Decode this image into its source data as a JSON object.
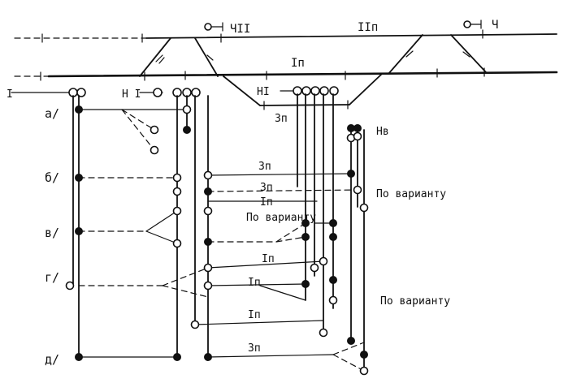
{
  "labels": {
    "track_chii": "ЧII",
    "track_iip_top": "IIп",
    "track_ch": "Ч",
    "track_ip_main": "Iп",
    "sig_ni_left": "I",
    "sig_n": "Н I",
    "sig_ni_mid": "НI",
    "track_3p_top": "3п",
    "sig_nv": "Нв",
    "row_a": "а/",
    "row_b": "б/",
    "row_v": "в/",
    "row_g": "г/",
    "row_d": "д/",
    "route_3p_b": "3п",
    "route_3p_b2": "3п",
    "route_ip_b": "Iп",
    "route_variant_b": "По вари­анту",
    "route_variant_v": "По вари­анту",
    "route_ip_g1": "Iп",
    "route_ip_g2": "Iп",
    "route_ip_g3": "Iп",
    "route_variant_g": "По варианту",
    "route_3p_d": "3п"
  }
}
